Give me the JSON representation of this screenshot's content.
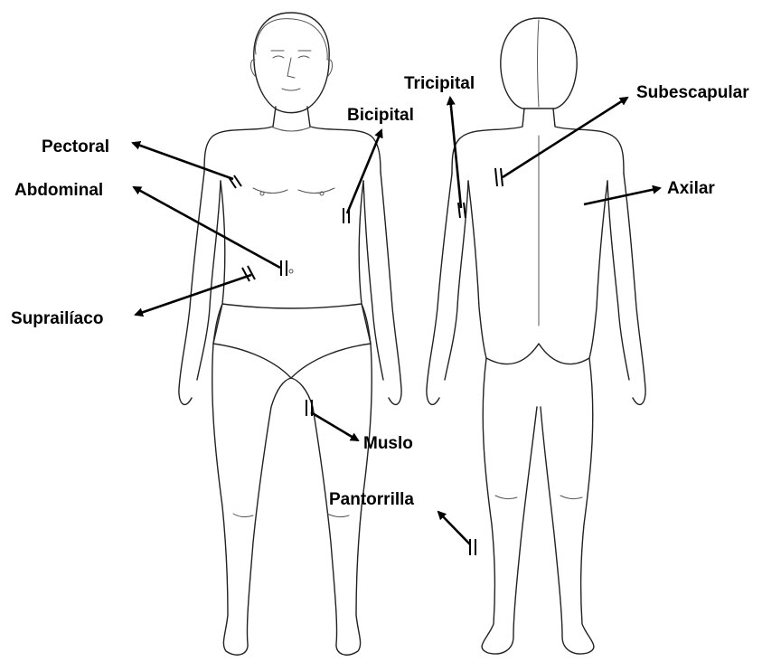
{
  "colors": {
    "ink": "#000000",
    "outline": "#222222",
    "background": "#ffffff"
  },
  "labels": {
    "pectoral": "Pectoral",
    "abdominal": "Abdominal",
    "suprailiaco": "Suprailíaco",
    "bicipital": "Bicipital",
    "muslo": "Muslo",
    "pantorrilla": "Pantorrilla",
    "tricipital": "Tricipital",
    "subescapular": "Subescapular",
    "axilar": "Axilar"
  }
}
